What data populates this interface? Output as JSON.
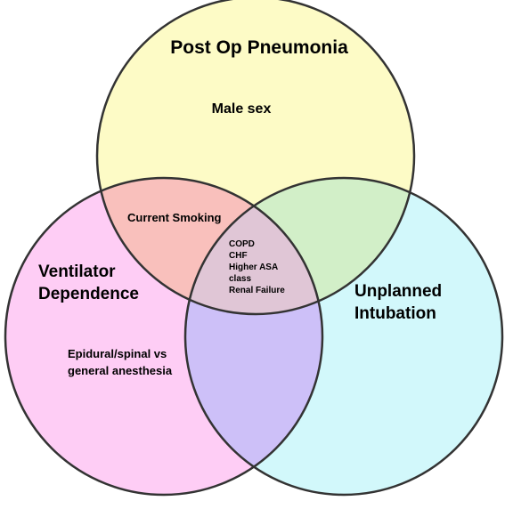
{
  "sets": [
    {
      "id": "pneumonia",
      "title_lines": [
        "Post Op Pneumonia"
      ]
    },
    {
      "id": "ventilator",
      "title_lines": [
        "Ventilator",
        "Dependence"
      ]
    },
    {
      "id": "intubation",
      "title_lines": [
        "Unplanned",
        "Intubation"
      ]
    }
  ],
  "regions": {
    "pneumonia_only": [
      "Male sex"
    ],
    "pneumonia_ventilator": [
      "Current Smoking"
    ],
    "all_three": [
      "COPD",
      "CHF",
      "Higher ASA",
      "class",
      "Renal Failure"
    ],
    "ventilator_only": [
      "Epidural/spinal vs",
      "general anesthesia"
    ]
  },
  "colors": {
    "pneumonia_fill": "#fdfbc6",
    "ventilator_fill": "#fecdf5",
    "intubation_fill": "#d2f8fb",
    "pneumonia_ventilator_fill": "#f9c0bc",
    "pneumonia_intubation_fill": "#d2efc8",
    "ventilator_intubation_fill": "#cdc0f8",
    "all_three_fill": "#e0c6d6",
    "outline": "#333333"
  }
}
